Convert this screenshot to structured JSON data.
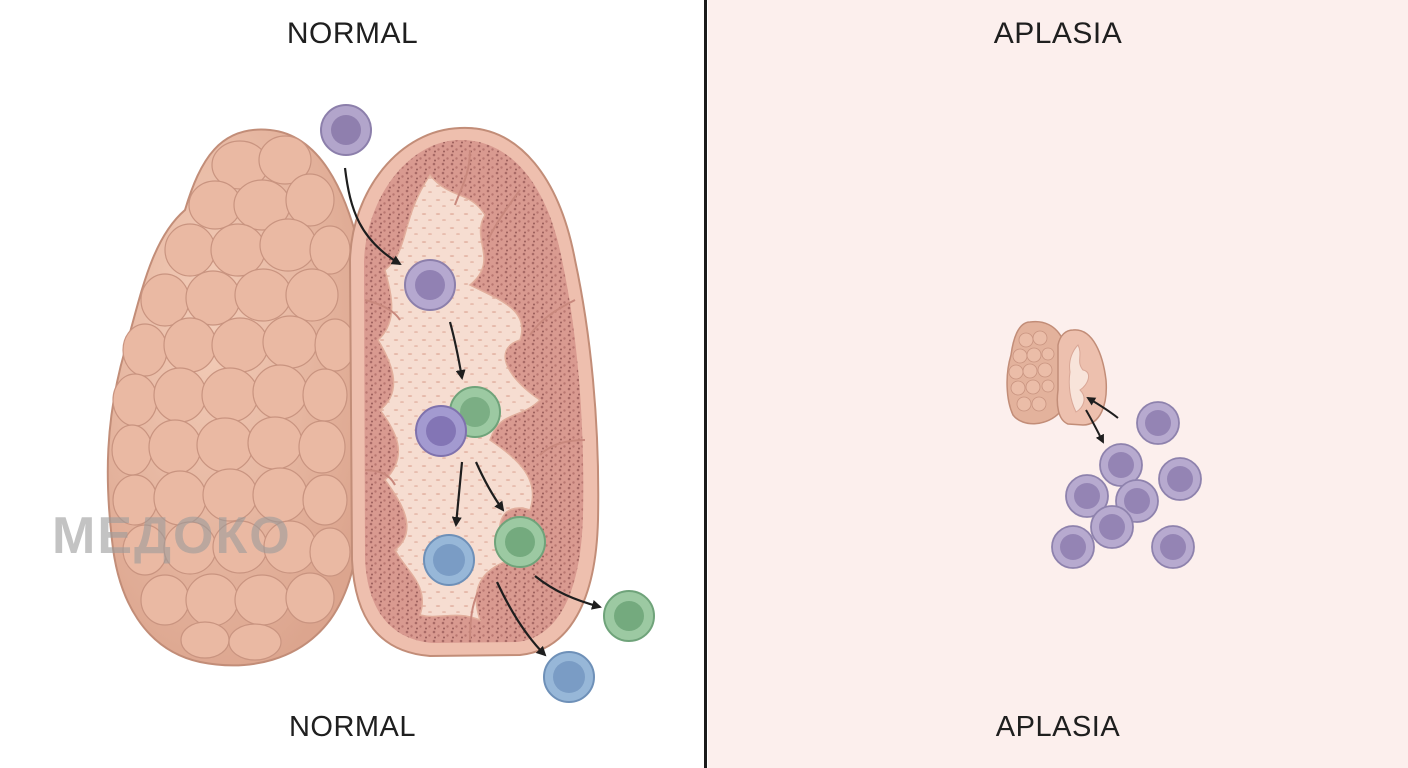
{
  "panels": {
    "left": {
      "title_top": "NORMAL",
      "title_bottom": "NORMAL"
    },
    "right": {
      "title_top": "APLASIA",
      "title_bottom": "APLASIA"
    }
  },
  "watermark": "МЕДОКО",
  "colors": {
    "tissue": "#e8b7a0",
    "tissue_outline": "#c28d78",
    "section_fill": "#eebfae",
    "medulla": "#f6ddd1",
    "stipple": "#a86a66",
    "cell_purple": "#a99bc4",
    "cell_green": "#8fbf98",
    "cell_blue": "#8fb0d2",
    "right_bg": "#fcefed"
  },
  "icons": [
    "arrow-icon"
  ]
}
